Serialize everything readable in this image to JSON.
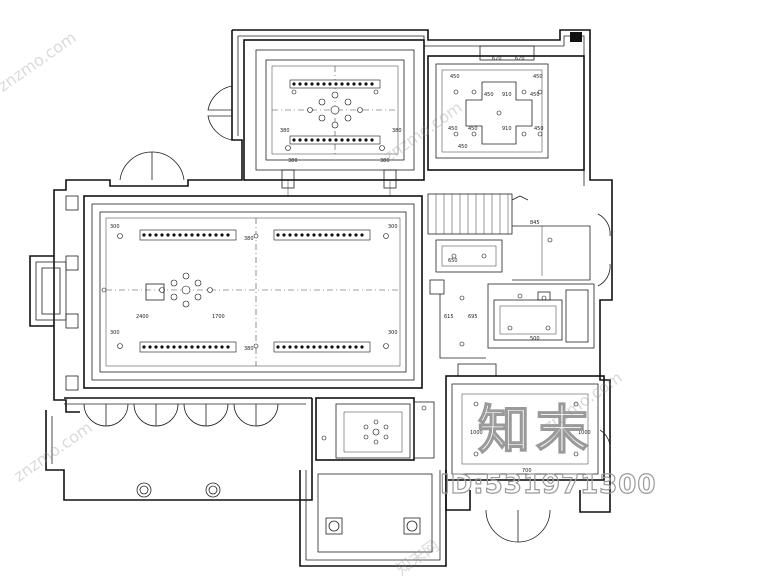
{
  "watermark": {
    "brand": "知末",
    "id": "ID:531971300",
    "site": "znzmo.com",
    "site_cn": "知末网"
  },
  "dimensions": {
    "top_left": [
      "380",
      "380",
      "380",
      "380"
    ],
    "top_right": [
      "670",
      "670",
      "450",
      "450",
      "450",
      "450",
      "910",
      "450",
      "450",
      "450",
      "910",
      "450"
    ],
    "main_room": [
      "2400",
      "1700",
      "300",
      "300",
      "380",
      "380",
      "300",
      "300"
    ],
    "right_mid": [
      "845",
      "650",
      "615",
      "695",
      "500"
    ],
    "lower_right": [
      "1000",
      "1000",
      "700"
    ]
  }
}
